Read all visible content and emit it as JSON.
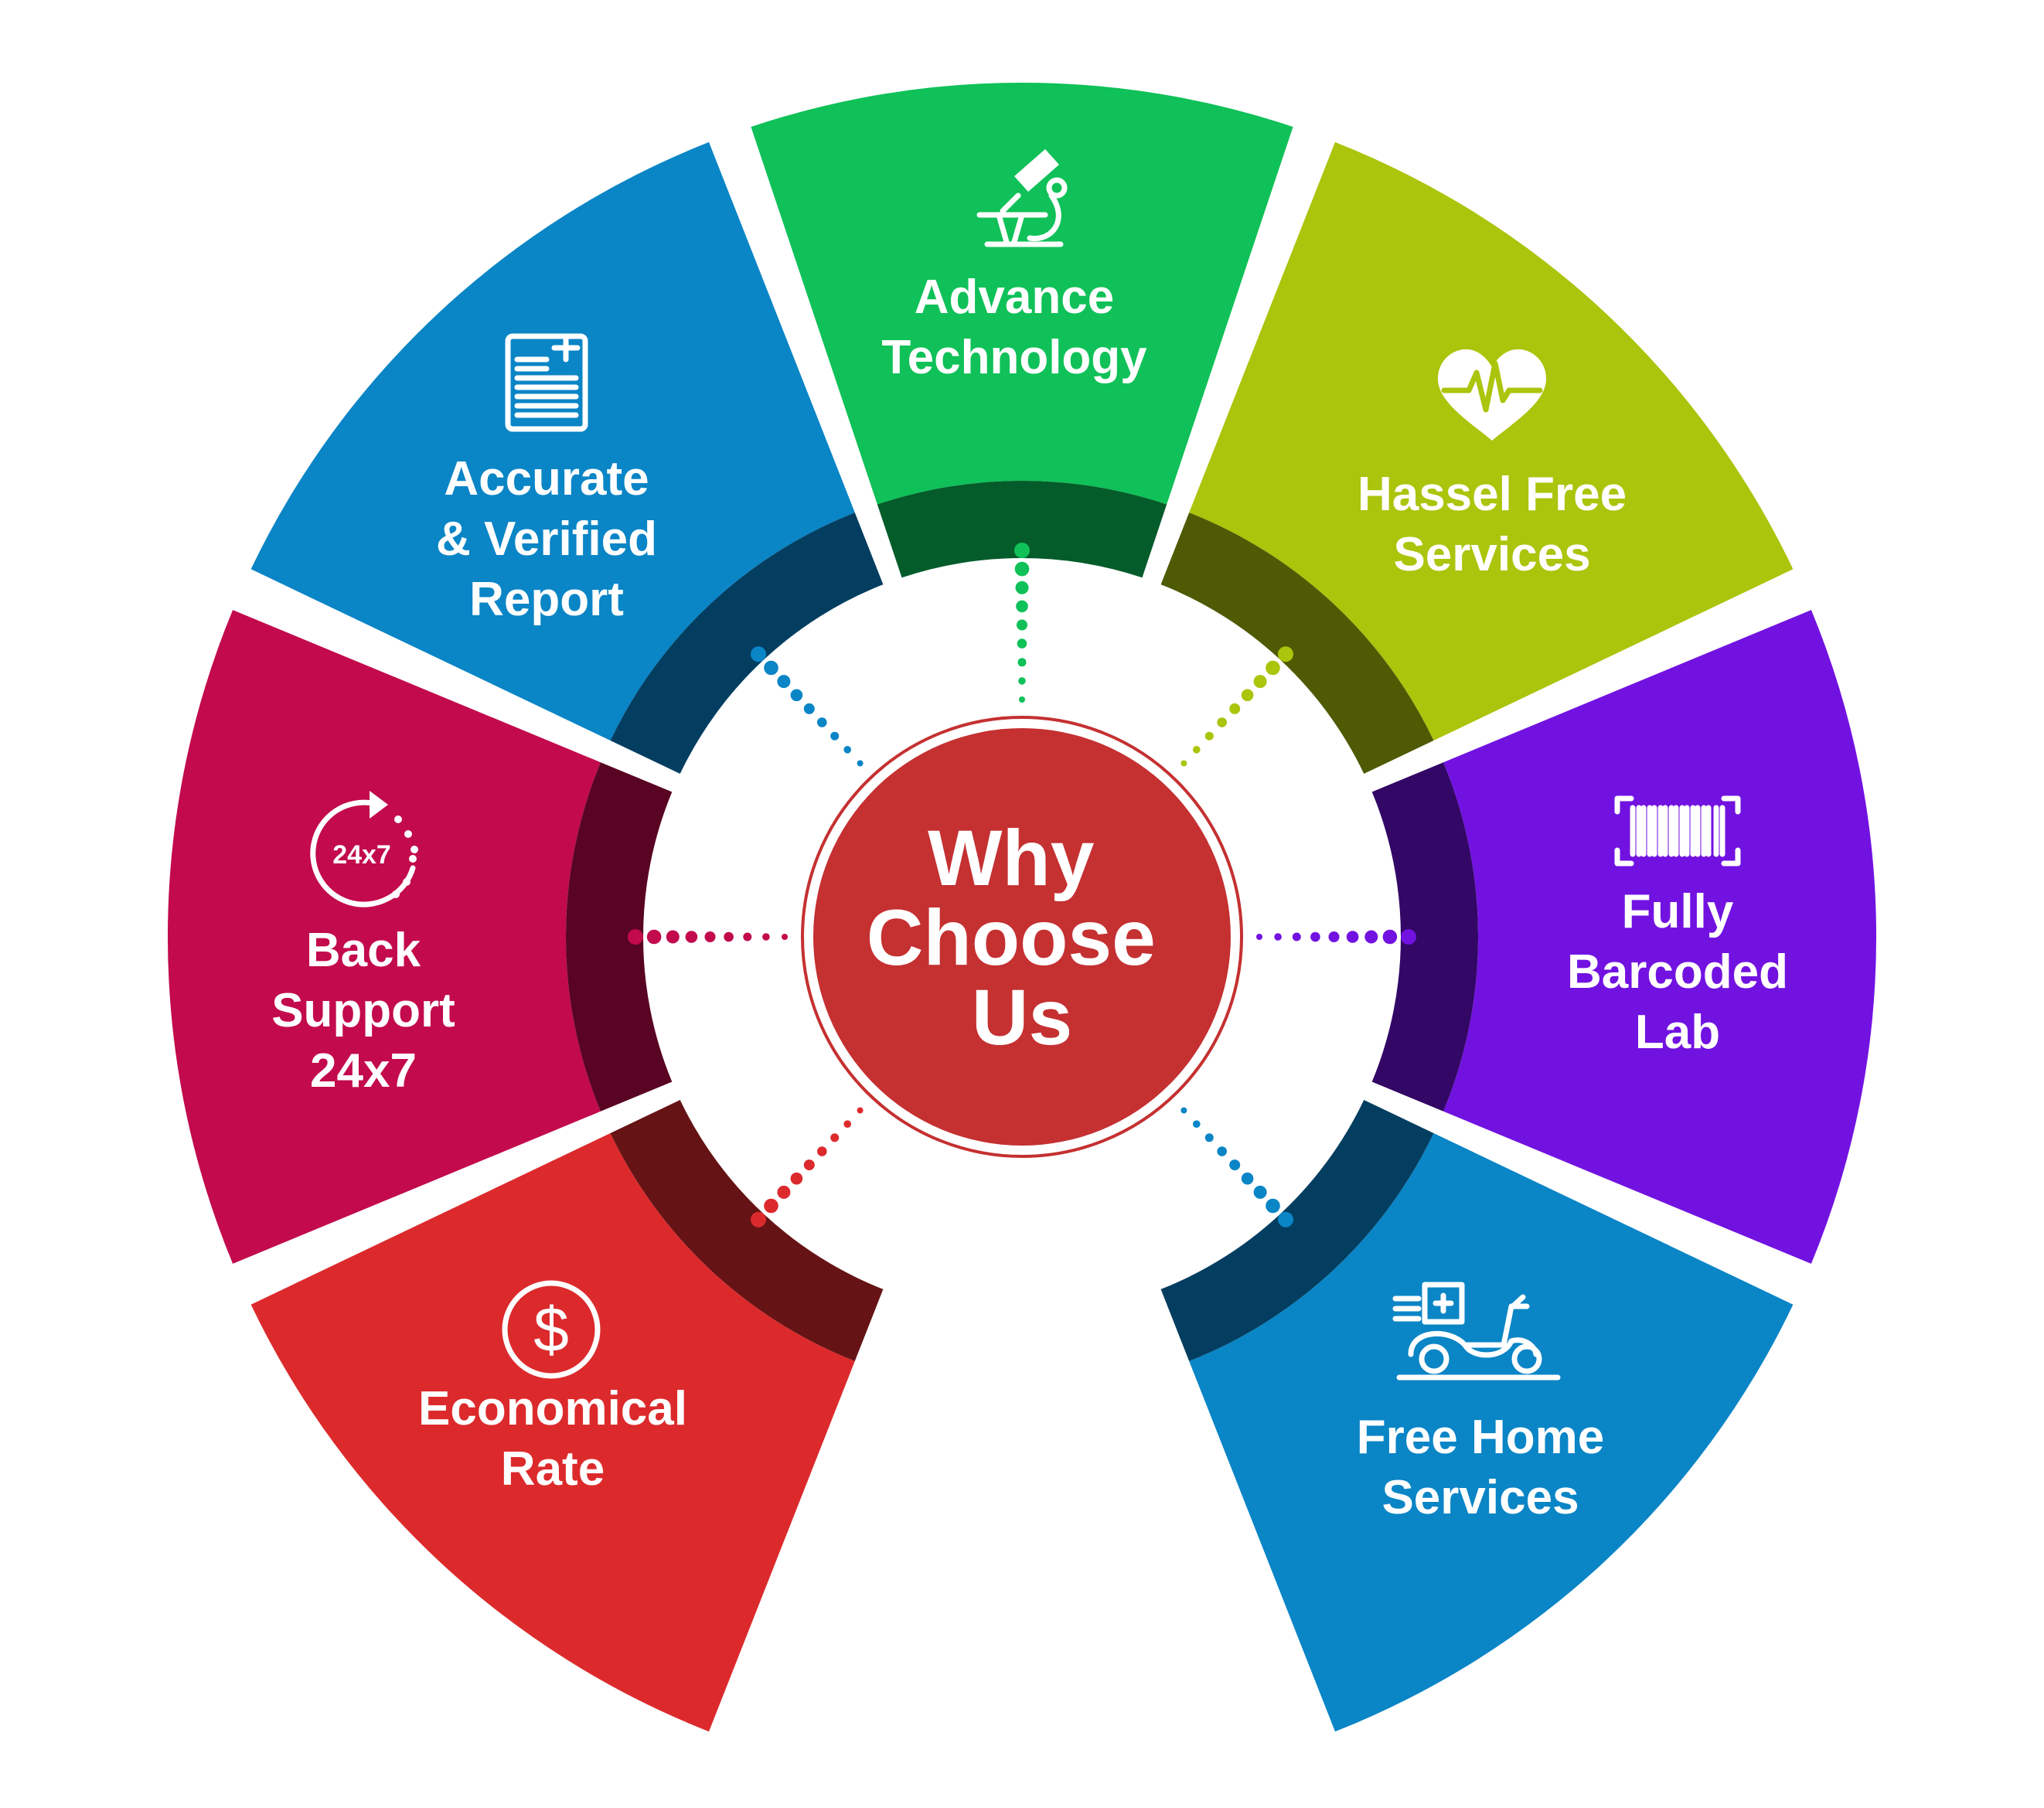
{
  "center": {
    "lines": [
      "Why",
      "Choose",
      "Us"
    ],
    "color": "#c53031",
    "ring_color": "#c53031"
  },
  "segments": [
    {
      "key": "accurate",
      "lines": [
        "Accurate",
        "& Verified",
        "Report"
      ],
      "icon": "medical-report-icon",
      "color": "#0a85c6",
      "band_color": "#033e61"
    },
    {
      "key": "advance",
      "lines": [
        "Advance",
        "Technology"
      ],
      "icon": "microscope-icon",
      "color": "#0fc158",
      "band_color": "#045c2a"
    },
    {
      "key": "hassel",
      "lines": [
        "Hassel Free",
        "Services"
      ],
      "icon": "heart-pulse-icon",
      "color": "#abc40c",
      "band_color": "#4f5a05"
    },
    {
      "key": "barcode",
      "lines": [
        "Fully",
        "Barcoded",
        "Lab"
      ],
      "icon": "barcode-scan-icon",
      "color": "#7212e1",
      "band_color": "#330766"
    },
    {
      "key": "home",
      "lines": [
        "Free Home",
        "Services"
      ],
      "icon": "delivery-scooter-icon",
      "color": "#0a85c6",
      "band_color": "#033e61"
    },
    {
      "key": "economical",
      "lines": [
        "Economical",
        "Rate"
      ],
      "icon": "dollar-coin-icon",
      "color": "#dc2a2c",
      "band_color": "#661315"
    },
    {
      "key": "support",
      "lines": [
        "Back",
        "Support",
        "24x7"
      ],
      "icon": "clock-24x7-icon",
      "icon_text": "24x7",
      "color": "#c20a4c",
      "band_color": "#590423"
    }
  ]
}
